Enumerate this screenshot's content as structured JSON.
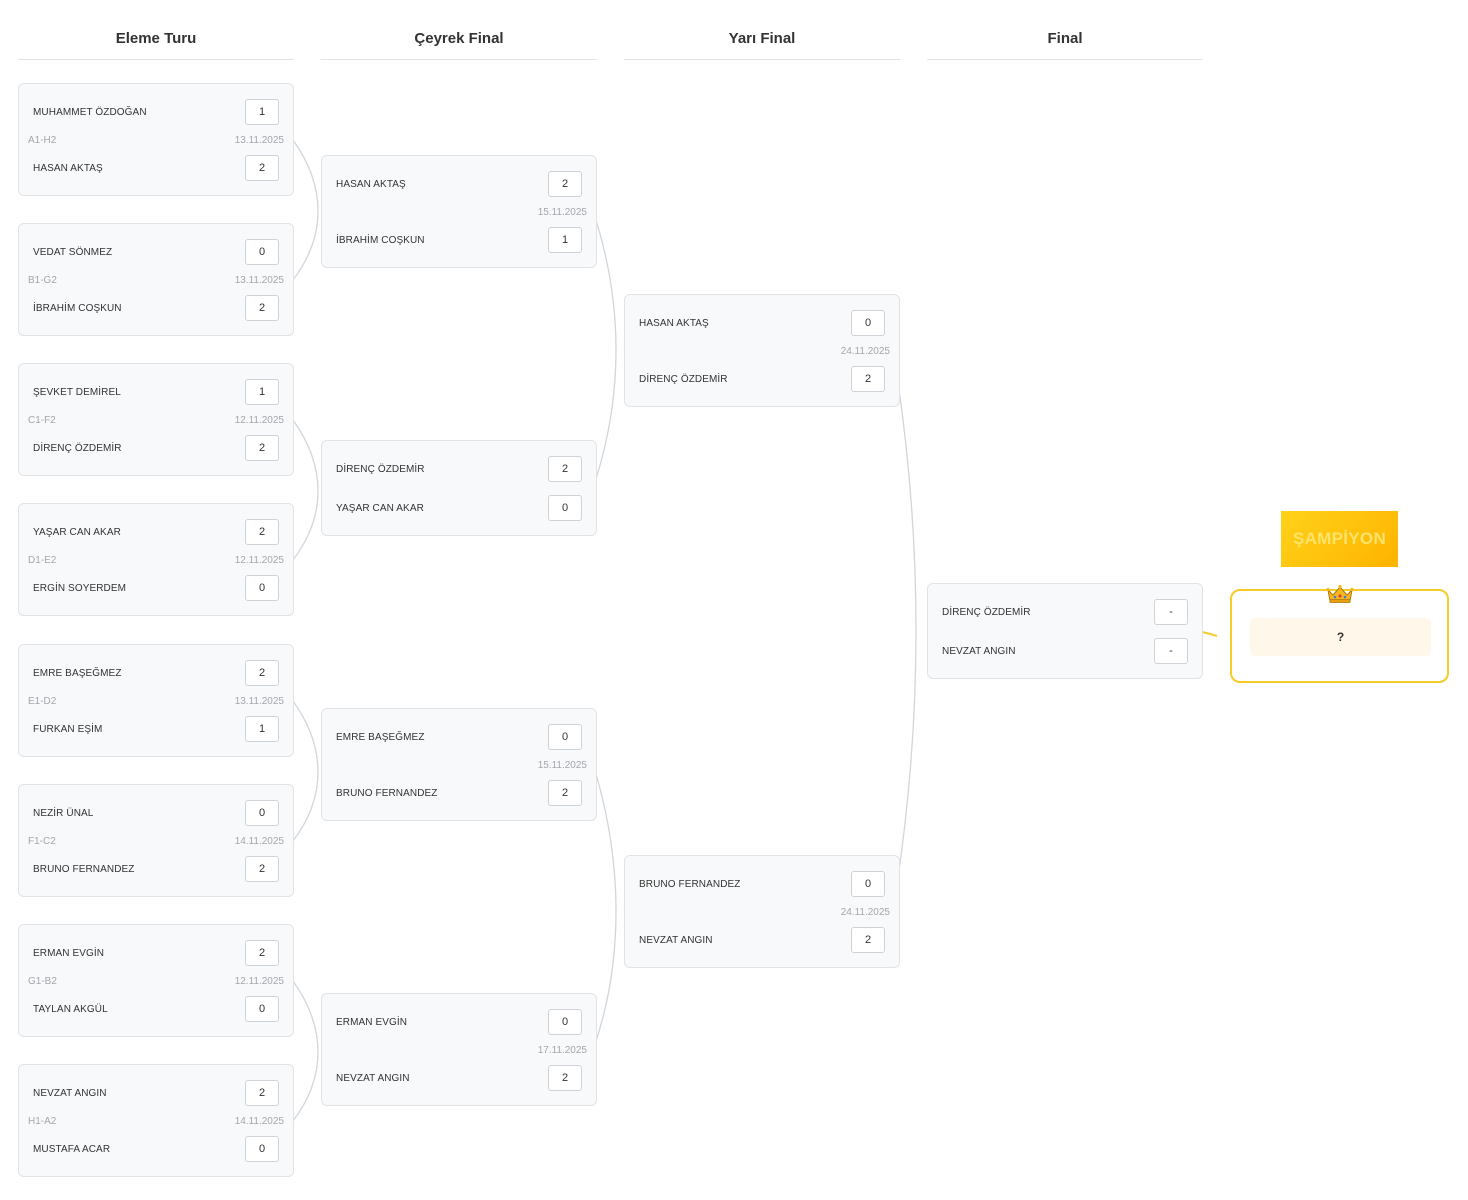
{
  "columns": {
    "r1": "Eleme Turu",
    "r2": "Çeyrek Final",
    "r3": "Yarı Final",
    "r4": "Final"
  },
  "round1": [
    {
      "code": "A1-H2",
      "date": "13.11.2025",
      "t1": "MUHAMMET ÖZDOĞAN",
      "s1": "1",
      "t2": "HASAN AKTAŞ",
      "s2": "2"
    },
    {
      "code": "B1-G2",
      "date": "13.11.2025",
      "t1": "VEDAT SÖNMEZ",
      "s1": "0",
      "t2": "İBRAHİM COŞKUN",
      "s2": "2"
    },
    {
      "code": "C1-F2",
      "date": "12.11.2025",
      "t1": "ŞEVKET DEMİREL",
      "s1": "1",
      "t2": "DİRENÇ ÖZDEMİR",
      "s2": "2"
    },
    {
      "code": "D1-E2",
      "date": "12.11.2025",
      "t1": "YAŞAR CAN AKAR",
      "s1": "2",
      "t2": "ERGİN SOYERDEM",
      "s2": "0"
    },
    {
      "code": "E1-D2",
      "date": "13.11.2025",
      "t1": "EMRE BAŞEĞMEZ",
      "s1": "2",
      "t2": "FURKAN EŞİM",
      "s2": "1"
    },
    {
      "code": "F1-C2",
      "date": "14.11.2025",
      "t1": "NEZİR ÜNAL",
      "s1": "0",
      "t2": "BRUNO FERNANDEZ",
      "s2": "2"
    },
    {
      "code": "G1-B2",
      "date": "12.11.2025",
      "t1": "ERMAN EVGİN",
      "s1": "2",
      "t2": "TAYLAN AKGÜL",
      "s2": "0"
    },
    {
      "code": "H1-A2",
      "date": "14.11.2025",
      "t1": "NEVZAT ANGIN",
      "s1": "2",
      "t2": "MUSTAFA ACAR",
      "s2": "0"
    }
  ],
  "round2": [
    {
      "date": "15.11.2025",
      "t1": "HASAN AKTAŞ",
      "s1": "2",
      "t2": "İBRAHİM COŞKUN",
      "s2": "1"
    },
    {
      "date": "",
      "t1": "DİRENÇ ÖZDEMİR",
      "s1": "2",
      "t2": "YAŞAR CAN AKAR",
      "s2": "0"
    },
    {
      "date": "15.11.2025",
      "t1": "EMRE BAŞEĞMEZ",
      "s1": "0",
      "t2": "BRUNO FERNANDEZ",
      "s2": "2"
    },
    {
      "date": "17.11.2025",
      "t1": "ERMAN EVGİN",
      "s1": "0",
      "t2": "NEVZAT ANGIN",
      "s2": "2"
    }
  ],
  "round3": [
    {
      "date": "24.11.2025",
      "t1": "HASAN AKTAŞ",
      "s1": "0",
      "t2": "DİRENÇ ÖZDEMİR",
      "s2": "2"
    },
    {
      "date": "24.11.2025",
      "t1": "BRUNO FERNANDEZ",
      "s1": "0",
      "t2": "NEVZAT ANGIN",
      "s2": "2"
    }
  ],
  "final": {
    "t1": "DİRENÇ ÖZDEMİR",
    "s1": "-",
    "t2": "NEVZAT ANGIN",
    "s2": "-"
  },
  "champion": {
    "title": "ŞAMPİYON",
    "name": "?"
  },
  "colors": {
    "line": "#d3d5d8",
    "champion_border": "#f5cc2a",
    "champion_title_bg": "#ffc107"
  },
  "icons": {
    "champion": "crown-icon"
  }
}
